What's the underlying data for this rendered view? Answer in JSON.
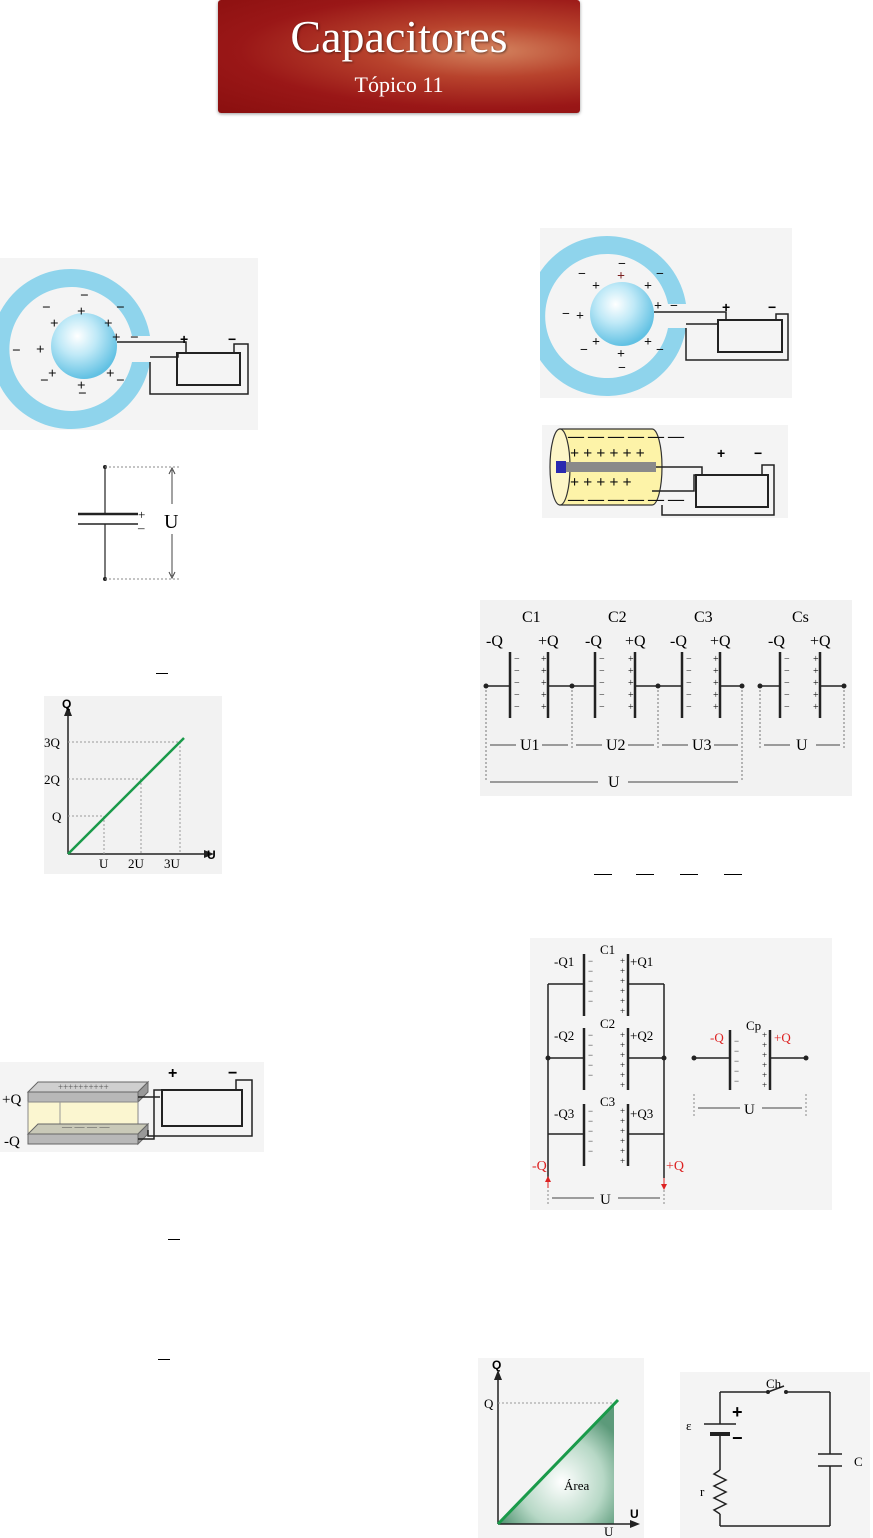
{
  "header": {
    "title": "Capacitores",
    "subtitle": "Tópico 11"
  },
  "battery_labels": {
    "plus": "+",
    "minus": "−"
  },
  "capacitor_symbol": {
    "label": "U",
    "plus": "+",
    "minus": "–"
  },
  "charge_graph": {
    "y_label": "Q",
    "x_label": "U",
    "y_ticks": [
      "3Q",
      "2Q",
      "Q"
    ],
    "x_ticks": [
      "U",
      "2U",
      "3U"
    ]
  },
  "flat_capacitor": {
    "top_charge": "+Q",
    "bottom_charge": "-Q",
    "plus": "+",
    "minus": "−"
  },
  "series": {
    "capacitors": [
      "C1",
      "C2",
      "C3",
      "Cs"
    ],
    "charge_neg": "-Q",
    "charge_pos": "+Q",
    "voltages": [
      "U1",
      "U2",
      "U3",
      "U"
    ],
    "total_voltage": "U"
  },
  "parallel": {
    "capacitors": [
      "C1",
      "C2",
      "C3"
    ],
    "neg_charges": [
      "-Q1",
      "-Q2",
      "-Q3"
    ],
    "pos_charges": [
      "+Q1",
      "+Q2",
      "+Q3"
    ],
    "in_label": "-Q",
    "out_label": "+Q",
    "voltage": "U",
    "equiv_label": "Cp",
    "equiv_neg": "-Q",
    "equiv_pos": "+Q",
    "equiv_voltage": "U"
  },
  "energy_graph": {
    "y_label": "Q",
    "x_label": "U",
    "q_tick": "Q",
    "u_tick": "U",
    "area_label": "Área"
  },
  "rc_circuit": {
    "switch": "Ch",
    "emf": "ε",
    "resistor": "r",
    "capacitor": "C",
    "plus": "+",
    "minus": "−"
  },
  "colors": {
    "banner": "#9a1717",
    "shell": "#8fd4ec",
    "graph_line": "#1a9a4a",
    "charge_red": "#dd2222"
  }
}
